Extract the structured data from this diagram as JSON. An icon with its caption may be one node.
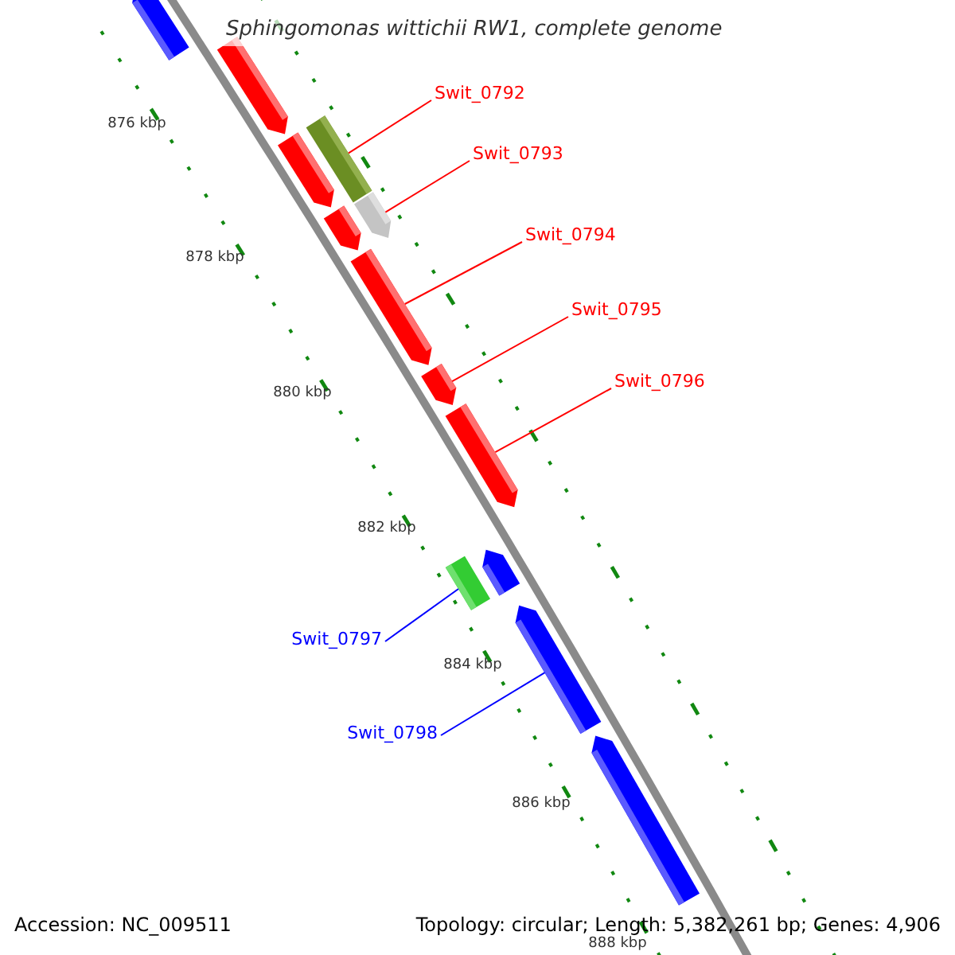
{
  "diagram": {
    "title": "Sphingomonas wittichii RW1, complete genome",
    "nodes": [
      {
        "text": [
          "Swit_0792"
        ]
      },
      {
        "text": [
          "Swit_0793"
        ]
      },
      {
        "text": [
          "Swit_0794"
        ]
      },
      {
        "text": [
          "Swit_0795"
        ]
      },
      {
        "text": [
          "Swit_0796"
        ]
      },
      {
        "text": [
          "Swit_0797"
        ]
      },
      {
        "text": [
          "Swit_0798"
        ]
      },
      {
        "text": [],
        "shape": "bar"
      },
      {
        "text": [],
        "shape": "bar"
      },
      {
        "text": [],
        "shape": "bar"
      },
      {
        "text": [],
        "shape": "bar"
      },
      {
        "text": [],
        "shape": "bar"
      },
      {
        "text": [],
        "shape": "bar"
      },
      {
        "text": [],
        "shape": "bar"
      },
      {
        "text": [],
        "shape": "bar"
      },
      {
        "text": [],
        "shape": "bar"
      },
      {
        "text": [],
        "shape": "bar"
      },
      {
        "text": [],
        "shape": "bar"
      },
      {
        "text": [],
        "shape": "bar"
      },
      {
        "text": [],
        "shape": "bar"
      }
    ],
    "edges": [
      {
        "from": 0,
        "to": 9,
        "arrow": "none"
      },
      {
        "from": 1,
        "to": 11,
        "arrow": "none"
      },
      {
        "from": 2,
        "to": 13,
        "arrow": "none"
      },
      {
        "from": 3,
        "to": 14,
        "arrow": "none"
      },
      {
        "from": 4,
        "to": 15,
        "arrow": "none"
      },
      {
        "from": 5,
        "to": 17,
        "arrow": "none",
        "color": "#0000ff"
      },
      {
        "from": 6,
        "to": 18,
        "arrow": "none",
        "color": "#0000ff"
      }
    ],
    "labels": [
      "876 kbp",
      "878 kbp",
      "880 kbp",
      "882 kbp",
      "884 kbp",
      "886 kbp",
      "888 kbp",
      "Accession: NC_009511",
      "Topology: circular; Length: 5,382,261 bp; Genes: 4,906"
    ]
  }
}
